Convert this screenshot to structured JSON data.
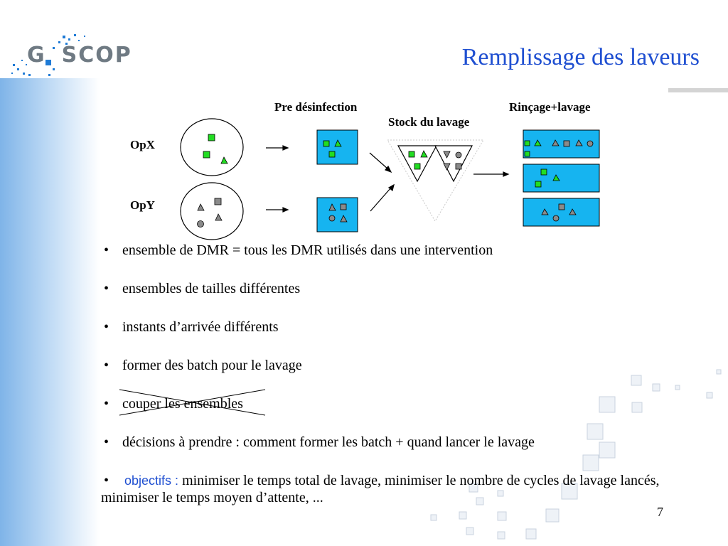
{
  "header": {
    "logo_text": "G SCOP",
    "title": "Remplissage des laveurs"
  },
  "diagram": {
    "label_opx": "OpX",
    "label_opy": "OpY",
    "label_pre": "Pre désinfection",
    "label_stock": "Stock du lavage",
    "label_rincage": "Rinçage+lavage",
    "colors": {
      "box_fill": "#16b4f0",
      "green_shape": "#22dd22",
      "gray_shape": "#8a8a8a",
      "title_blue": "#1f4fd1"
    }
  },
  "bullets": [
    {
      "text": "ensemble de DMR = tous les DMR utilisés dans une intervention"
    },
    {
      "text": "ensembles de tailles différentes"
    },
    {
      "text": "instants d’arrivée différents"
    },
    {
      "text": "former des batch pour le lavage"
    },
    {
      "text": "couper les ensembles",
      "crossed": true
    },
    {
      "text": "décisions à prendre : comment former les batch + quand lancer le lavage"
    },
    {
      "prefix": "objectifs :",
      "text": " minimiser le temps total de lavage, minimiser le nombre de cycles de lavage lancés, minimiser le temps moyen d’attente, ..."
    }
  ],
  "bullet_char": "•",
  "page_number": "7"
}
